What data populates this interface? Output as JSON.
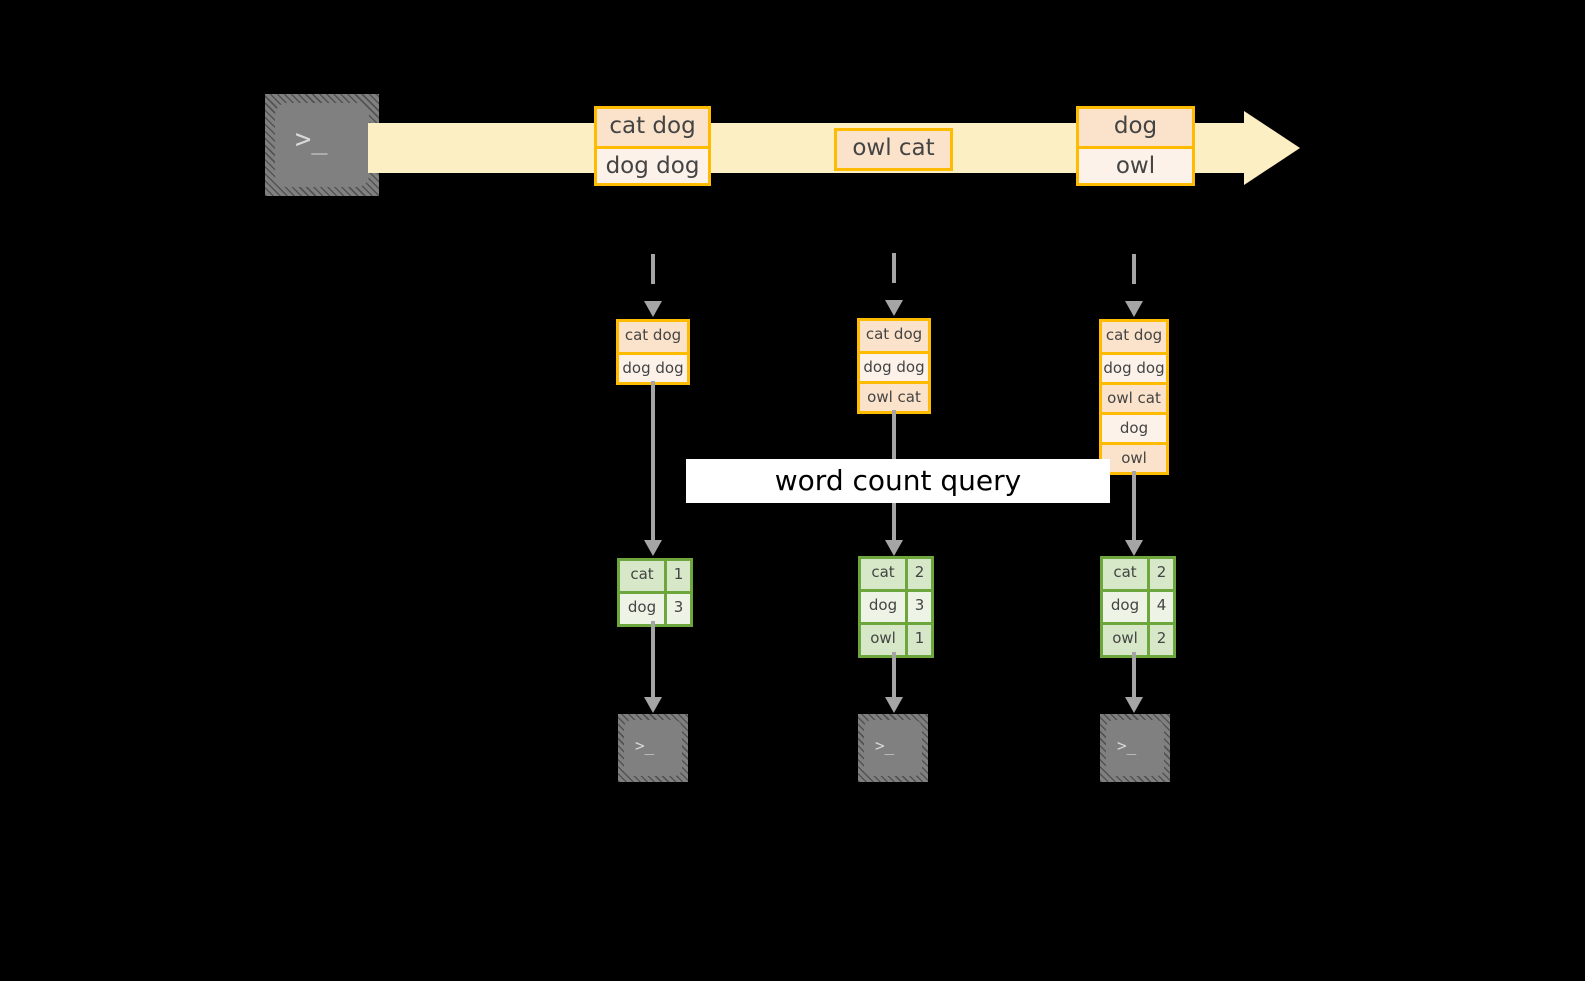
{
  "colors": {
    "stream_fill": "#FDEFC4",
    "record_border": "#FFBB00",
    "record_fill_dark": "#FBE3CB",
    "record_fill_light": "#FDF2E9",
    "result_border": "#6EA63E",
    "result_fill_dark": "#D7E8C8",
    "result_fill_light": "#EDF4E6",
    "arrow_gray": "#A5A5A5",
    "terminal_gray": "#808080",
    "background": "#000000",
    "banner_fill": "#FFFFFF"
  },
  "producer": {
    "icon": "terminal-icon",
    "prompt": ">_"
  },
  "stream": {
    "label": "",
    "batches": [
      {
        "id": "batch-1",
        "rows": [
          {
            "text": "cat dog",
            "shade": "dark"
          },
          {
            "text": "dog dog",
            "shade": "light"
          }
        ]
      },
      {
        "id": "batch-2",
        "rows": [
          {
            "text": "owl cat",
            "shade": "dark"
          }
        ]
      },
      {
        "id": "batch-3",
        "rows": [
          {
            "text": "dog",
            "shade": "dark"
          },
          {
            "text": "owl",
            "shade": "light"
          }
        ]
      }
    ]
  },
  "accumulated_tables": [
    {
      "id": "state-1",
      "rows": [
        {
          "text": "cat dog",
          "shade": "dark"
        },
        {
          "text": "dog dog",
          "shade": "light"
        }
      ]
    },
    {
      "id": "state-2",
      "rows": [
        {
          "text": "cat dog",
          "shade": "dark"
        },
        {
          "text": "dog dog",
          "shade": "light"
        },
        {
          "text": "owl cat",
          "shade": "dark"
        }
      ]
    },
    {
      "id": "state-3",
      "rows": [
        {
          "text": "cat dog",
          "shade": "dark"
        },
        {
          "text": "dog dog",
          "shade": "light"
        },
        {
          "text": "owl cat",
          "shade": "dark"
        },
        {
          "text": "dog",
          "shade": "light"
        },
        {
          "text": "owl",
          "shade": "dark"
        }
      ]
    }
  ],
  "query": {
    "label": "word count query"
  },
  "results": [
    {
      "id": "result-1",
      "rows": [
        {
          "word": "cat",
          "count": "1",
          "shade": "dark"
        },
        {
          "word": "dog",
          "count": "3",
          "shade": "light"
        }
      ]
    },
    {
      "id": "result-2",
      "rows": [
        {
          "word": "cat",
          "count": "2",
          "shade": "dark"
        },
        {
          "word": "dog",
          "count": "3",
          "shade": "light"
        },
        {
          "word": "owl",
          "count": "1",
          "shade": "dark"
        }
      ]
    },
    {
      "id": "result-3",
      "rows": [
        {
          "word": "cat",
          "count": "2",
          "shade": "dark"
        },
        {
          "word": "dog",
          "count": "4",
          "shade": "light"
        },
        {
          "word": "owl",
          "count": "2",
          "shade": "dark"
        }
      ]
    }
  ],
  "consumers": [
    {
      "id": "sink-1",
      "icon": "terminal-icon",
      "prompt": ">_"
    },
    {
      "id": "sink-2",
      "icon": "terminal-icon",
      "prompt": ">_"
    },
    {
      "id": "sink-3",
      "icon": "terminal-icon",
      "prompt": ">_"
    }
  ]
}
